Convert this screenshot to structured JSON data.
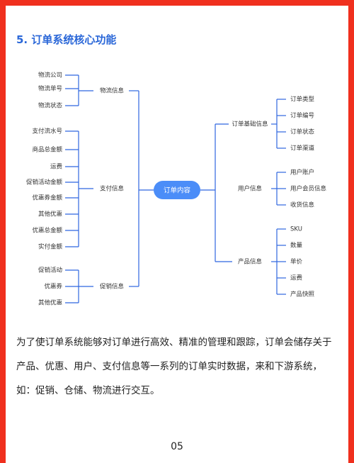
{
  "title": "5. 订单系统核心功能",
  "mindmap": {
    "center": "订单内容",
    "left": [
      {
        "label": "物流信息",
        "children": [
          "物流公司",
          "物流单号",
          "物流状态"
        ]
      },
      {
        "label": "支付信息",
        "children": [
          "支付流水号",
          "商品总金额",
          "运费",
          "促销活动金额",
          "优惠券金额",
          "其他优惠",
          "优惠总金额",
          "实付金额"
        ]
      },
      {
        "label": "促销信息",
        "children": [
          "促销活动",
          "优惠券",
          "其他优惠"
        ]
      }
    ],
    "right": [
      {
        "label": "订单基础信息",
        "children": [
          "订单类型",
          "订单编号",
          "订单状态",
          "订单渠道"
        ]
      },
      {
        "label": "用户信息",
        "children": [
          "用户账户",
          "用户会员信息",
          "收货信息"
        ]
      },
      {
        "label": "产品信息",
        "children": [
          "SKU",
          "数量",
          "单价",
          "运费",
          "产品快照"
        ]
      }
    ]
  },
  "paragraph": "为了使订单系统能够对订单进行高效、精准的管理和跟踪，订单会储存关于产品、优惠、用户、支付信息等一系列的订单实时数据，来和下游系统，如：促销、仓储、物流进行交互。",
  "page_number": "05",
  "colors": {
    "accent": "#2f66e0",
    "center_fill": "#4b8df8",
    "frame": "#f0301e"
  }
}
